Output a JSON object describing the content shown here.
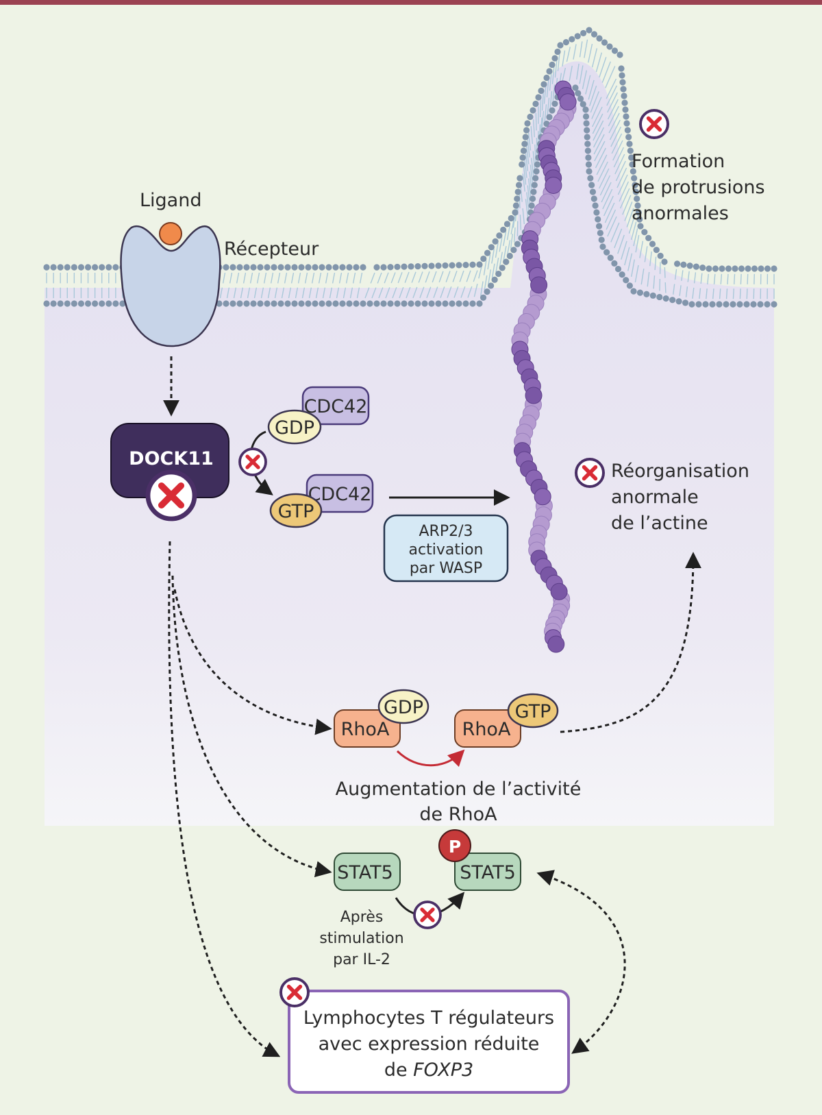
{
  "colors": {
    "background": "#eef3e6",
    "top_band": "#9b4252",
    "cell_interior": "#e4e1ef",
    "lipid_head": "#8195ab",
    "lipid_tail": "#a9c8d9",
    "dock11": "#3f2e5c",
    "cdc42": "#c8bfe3",
    "gdp": "#f7f2c6",
    "gtp": "#edc878",
    "rhoa": "#f6b28e",
    "stat5": "#b7d8bd",
    "arp_box": "#d6e9f5",
    "phospho": "#c63a3a",
    "inhibit_x": "#d92b35",
    "inhibit_ring": "#4a2f66",
    "actin_dark": "#7a57a5",
    "actin_light": "#b59bd0",
    "treg_border": "#8a64b5",
    "rhoa_activation_arrow": "#c42b35"
  },
  "icons": [
    "inhibition-x-icon",
    "receptor-icon",
    "ligand-icon",
    "actin-filament-icon",
    "phosphate-icon"
  ],
  "labels": {
    "ligand": "Ligand",
    "receptor": "Récepteur",
    "protrusion_line1": "Formation",
    "protrusion_line2": "de protrusions",
    "protrusion_line3": "anormales",
    "actin_line1": "Réorganisation",
    "actin_line2": "anormale",
    "actin_line3": "de l’actine",
    "rhoa_increase_line1": "Augmentation de l’activité",
    "rhoa_increase_line2": "de RhoA",
    "il2_line1": "Après",
    "il2_line2": "stimulation",
    "il2_line3": "par IL-2"
  },
  "nodes": {
    "dock11": "DOCK11",
    "cdc42_inactive": "CDC42",
    "gdp_cdc42": "GDP",
    "cdc42_active": "CDC42",
    "gtp_cdc42": "GTP",
    "arp_line1": "ARP2/3",
    "arp_line2": "activation",
    "arp_line3": "par WASP",
    "rhoa_inactive": "RhoA",
    "gdp_rhoa": "GDP",
    "rhoa_active": "RhoA",
    "gtp_rhoa": "GTP",
    "stat5": "STAT5",
    "stat5_phospho": "STAT5",
    "phospho": "P",
    "treg_line1": "Lymphocytes T régulateurs",
    "treg_line2": "avec expression réduite",
    "treg_line3_prefix": "de ",
    "treg_line3_gene": "FOXP3"
  }
}
